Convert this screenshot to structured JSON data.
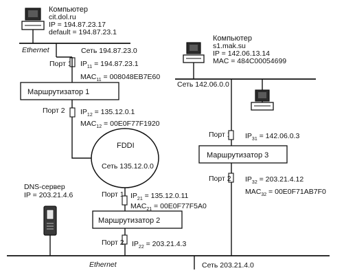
{
  "networks": {
    "ethernet_top": {
      "type_label": "Ethernet",
      "net_label": "Сеть  194.87.23.0"
    },
    "middle": {
      "net_label": "Сеть  142.06.0.0"
    },
    "fddi": {
      "type_label": "FDDI",
      "net_label": "Сеть 135.12.0.0"
    },
    "ethernet_bottom": {
      "type_label": "Ethernet",
      "net_label": "Сеть 203.21.4.0"
    }
  },
  "computer1": {
    "title": "Компьютер",
    "host": "cit.dol.ru",
    "ip": "IP = 194.87.23.17",
    "default": "default = 194.87.23.1"
  },
  "computer2": {
    "title": "Компьютер",
    "host": "s1.mak.su",
    "ip": "IP = 142.06.13.14",
    "mac": "MAC = 484C00054699"
  },
  "dns": {
    "title": "DNS-сервер",
    "ip": "IP = 203.21.4.6"
  },
  "router1": {
    "name": "Маршрутизатор 1",
    "port1": {
      "label": "Порт 1",
      "ip_prefix": "IP",
      "ip_sub": "11",
      "ip_value": " = 194.87.23.1",
      "mac_prefix": "MAC",
      "mac_sub": "11",
      "mac_value": " = 008048EB7E60"
    },
    "port2": {
      "label": "Порт 2",
      "ip_prefix": "IP",
      "ip_sub": "12",
      "ip_value": " = 135.12.0.1",
      "mac_prefix": "MAC",
      "mac_sub": "12",
      "mac_value": " = 00E0F77F1920"
    }
  },
  "router2": {
    "name": "Маршрутизатор 2",
    "port1": {
      "label": "Порт 1",
      "ip_prefix": "IP",
      "ip_sub": "21",
      "ip_value": " = 135.12.0.11",
      "mac_prefix": "MAC",
      "mac_sub": "21",
      "mac_value": " = 00E0F77F5A0"
    },
    "port2": {
      "label": "Порт 2",
      "ip_prefix": "IP",
      "ip_sub": "22",
      "ip_value": " = 203.21.4.3"
    }
  },
  "router3": {
    "name": "Маршрутизатор 3",
    "port1": {
      "label": "Порт 1",
      "ip_prefix": "IP",
      "ip_sub": "31",
      "ip_value": " = 142.06.0.3"
    },
    "port2": {
      "label": "Порт 2",
      "ip_prefix": "IP",
      "ip_sub": "32",
      "ip_value": " = 203.21.4.12",
      "mac_prefix": "MAC",
      "mac_sub": "32",
      "mac_value": " = 00E0F71AB7F0"
    }
  }
}
